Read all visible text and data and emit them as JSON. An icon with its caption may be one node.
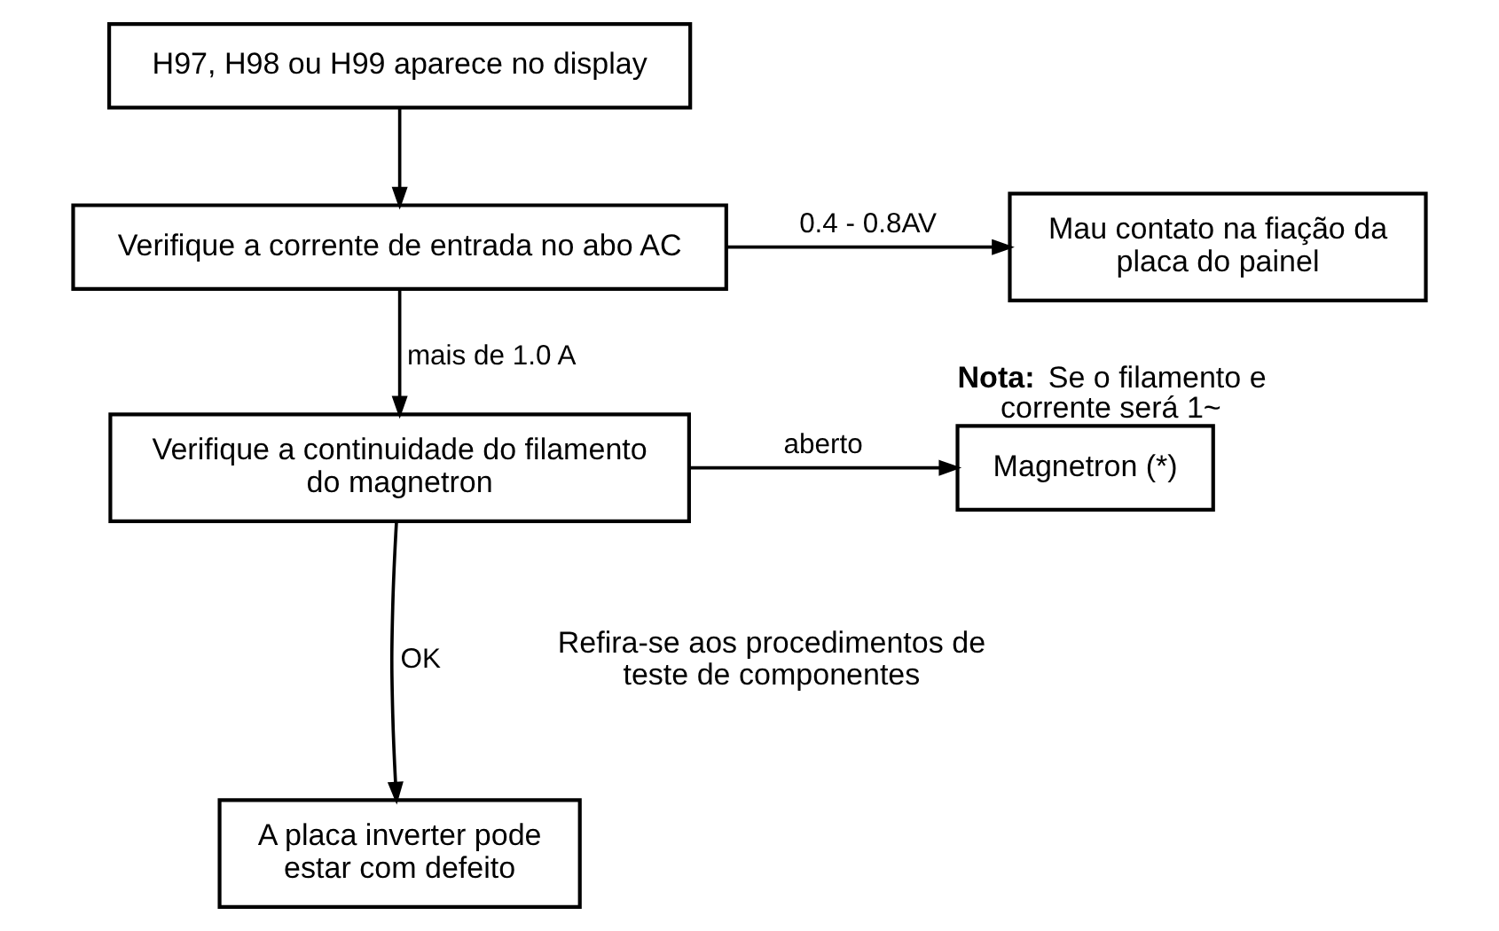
{
  "diagram": {
    "nodes": [
      {
        "text": [
          "H97, H98 ou H99 aparece no display"
        ]
      },
      {
        "text": [
          "Verifique a corrente de entrada no abo AC"
        ]
      },
      {
        "text": [
          "Mau contato na fiação da placa do painel"
        ]
      },
      {
        "text": [
          "Verifique a continuidade do filamento do magnetron"
        ]
      },
      {
        "text": [
          "Magnetron (*)"
        ],
        "beside": [
          "**Nota:** Se o filamento e corrente será 1~"
        ]
      },
      {
        "text": [
          "A placa inverter pode estar com defeito"
        ]
      }
    ],
    "edges": [
      {
        "from": 0,
        "to": 1,
        "arrow": "to"
      },
      {
        "from": 1,
        "to": 2,
        "arrow": "to",
        "label": "0.4 - 0.8AV"
      },
      {
        "from": 1,
        "to": 3,
        "arrow": "to",
        "label": "mais de 1.0 A"
      },
      {
        "from": 3,
        "to": 4,
        "arrow": "to",
        "label": "aberto"
      },
      {
        "from": 3,
        "to": 5,
        "arrow": "to",
        "label": "OK"
      }
    ],
    "labels": [
      "Refira-se aos procedimentos de teste de componentes"
    ]
  }
}
